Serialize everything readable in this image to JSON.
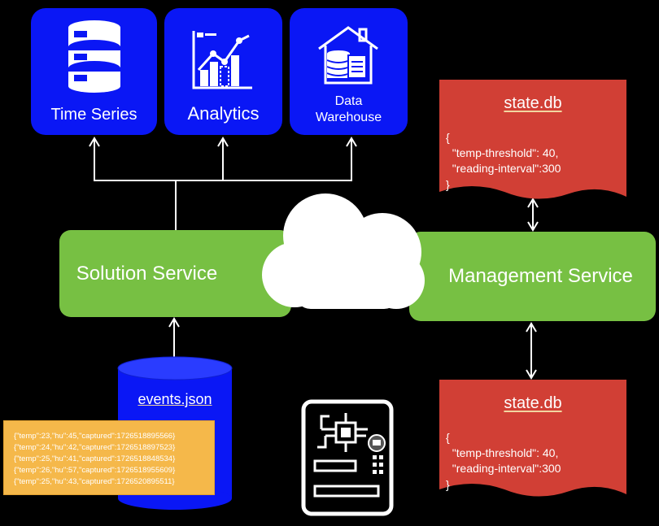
{
  "top_services": [
    {
      "label": "Time Series",
      "icon": "database-icon"
    },
    {
      "label": "Analytics",
      "icon": "analytics-chart-icon"
    },
    {
      "label_lines": [
        "Data",
        "Warehouse"
      ],
      "icon": "data-warehouse-icon"
    }
  ],
  "solution_service": {
    "label": "Solution Service"
  },
  "management_service": {
    "label": "Management Service"
  },
  "cloud": {
    "icon": "cloud-icon"
  },
  "events_db": {
    "label": "events.json"
  },
  "events_note": {
    "lines": [
      "{\"temp\":23,\"hu\":45,\"captured\":1726518895566}",
      "{\"temp\":24,\"hu\":42,\"captured\":1726518897523}",
      "{\"temp\":25,\"hu\":41,\"captured\":1726518848534}",
      "{\"temp\":26,\"hu\":57,\"captured\":1726518955609}",
      "{\"temp\":25,\"hu\":43,\"captured\":1726520895511}"
    ]
  },
  "state_docs": [
    {
      "title": "state.db",
      "lines": [
        "{",
        "  \"temp-threshold\": 40,",
        "  \"reading-interval\":300",
        "}"
      ]
    },
    {
      "title": "state.db",
      "lines": [
        "{",
        "  \"temp-threshold\": 40,",
        "  \"reading-interval\":300",
        "}"
      ]
    }
  ],
  "device": {
    "icon": "iot-device-icon"
  },
  "colors": {
    "background": "#000000",
    "service_blue": "#0a17f5",
    "service_green": "#77c043",
    "doc_red": "#d13f35",
    "note_orange": "#f5b84a"
  }
}
